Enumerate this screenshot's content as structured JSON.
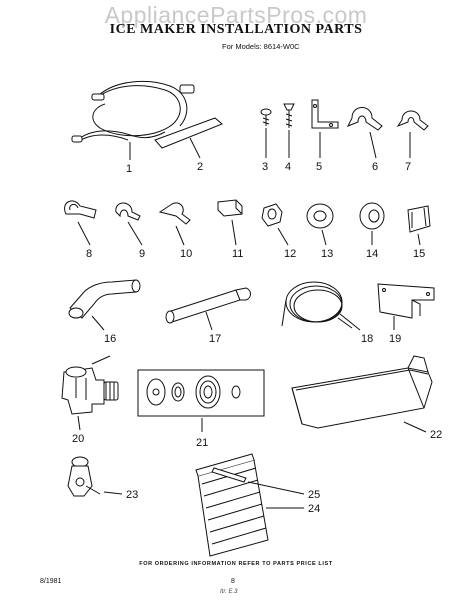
{
  "header": {
    "watermark": "AppliancePartsPros.com",
    "title": "ICE MAKER INSTALLATION PARTS",
    "models": "For Models: 8614-W0C"
  },
  "parts": [
    {
      "number": "1"
    },
    {
      "number": "2"
    },
    {
      "number": "3"
    },
    {
      "number": "4"
    },
    {
      "number": "5"
    },
    {
      "number": "6"
    },
    {
      "number": "7"
    },
    {
      "number": "8"
    },
    {
      "number": "9"
    },
    {
      "number": "10"
    },
    {
      "number": "11"
    },
    {
      "number": "12"
    },
    {
      "number": "13"
    },
    {
      "number": "14"
    },
    {
      "number": "15"
    },
    {
      "number": "16"
    },
    {
      "number": "17"
    },
    {
      "number": "18"
    },
    {
      "number": "19"
    },
    {
      "number": "20"
    },
    {
      "number": "21"
    },
    {
      "number": "22"
    },
    {
      "number": "23"
    },
    {
      "number": "24"
    },
    {
      "number": "25"
    }
  ],
  "footer": {
    "note": "FOR ORDERING INFORMATION REFER TO PARTS PRICE LIST",
    "date": "8/1981",
    "page": "8",
    "signature": "Itr. E.3"
  }
}
